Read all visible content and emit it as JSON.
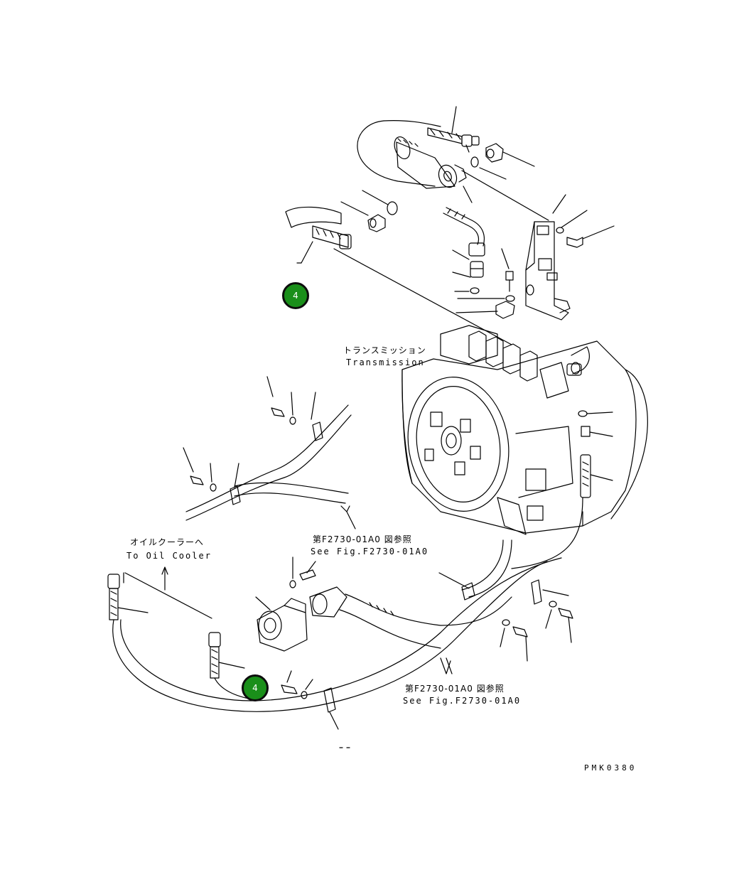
{
  "callouts": [
    {
      "id": "callout-top",
      "number": "4"
    },
    {
      "id": "callout-bottom",
      "number": "4"
    }
  ],
  "labels": {
    "transmission_jp": "トランスミッション",
    "transmission_en": "Transmission",
    "oil_cooler_jp": "オイルクーラーへ",
    "oil_cooler_en": "To Oil Cooler",
    "see_fig_1_jp": "第F2730-01A0 図参照",
    "see_fig_1_en": "See Fig.F2730-01A0",
    "see_fig_2_jp": "第F2730-01A0 図参照",
    "see_fig_2_en": "See Fig.F2730-01A0",
    "drawing_code": "PMK0380"
  },
  "colors": {
    "callout_fill": "#1a8f1a",
    "line": "#000000",
    "background": "#ffffff"
  }
}
